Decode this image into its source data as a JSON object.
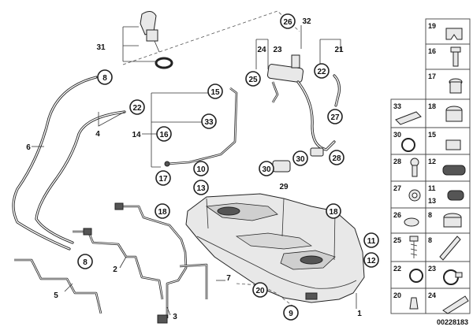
{
  "diagram": {
    "document_number": "00228183",
    "callouts": {
      "c1": "1",
      "c2": "2",
      "c3": "3",
      "c4": "4",
      "c5": "5",
      "c6": "6",
      "c7": "7",
      "c8a": "8",
      "c8b": "8",
      "c9": "9",
      "c10": "10",
      "c11": "11",
      "c12": "12",
      "c13": "13",
      "c14": "14",
      "c15": "15",
      "c16": "16",
      "c17": "17",
      "c18a": "18",
      "c18b": "18",
      "c20": "20",
      "c21": "21",
      "c22a": "22",
      "c22b": "22",
      "c23": "23",
      "c24": "24",
      "c25": "25",
      "c26": "26",
      "c27": "27",
      "c28": "28",
      "c29": "29",
      "c30a": "30",
      "c30b": "30",
      "c31": "31",
      "c32": "32",
      "c33": "33"
    },
    "panel": {
      "r1": "19",
      "r2": "16",
      "r3": "17",
      "r4a": "33",
      "r4b": "18",
      "r5a": "30",
      "r5b": "15",
      "r6a": "28",
      "r6b": "12",
      "r7a": "27",
      "r7b": "11",
      "r7c": "13",
      "r8a": "26",
      "r8b": "8",
      "r9a": "25",
      "r9b": "8",
      "r10a": "22",
      "r10b": "23",
      "r11a": "20",
      "r11b": "24"
    }
  }
}
